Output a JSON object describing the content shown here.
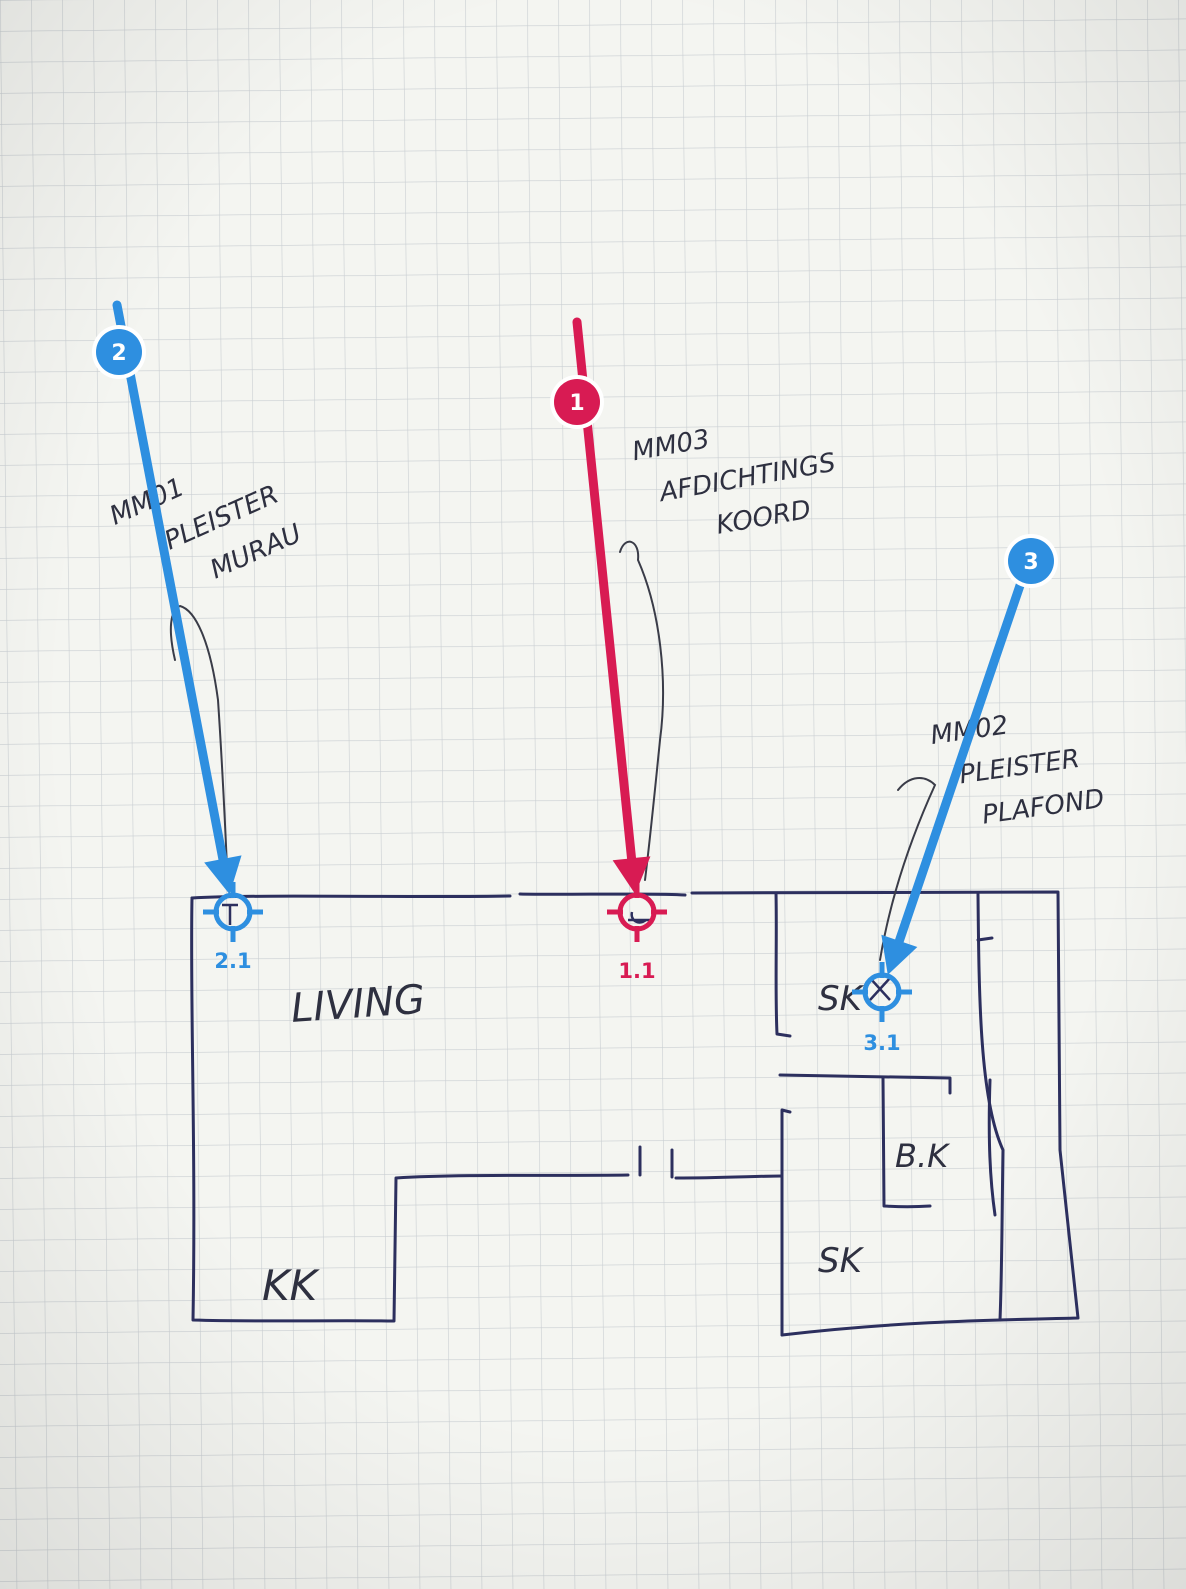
{
  "colors": {
    "paper": "#f4f5f1",
    "grid": "#c9ced2",
    "ink": "#2c2f5e",
    "pencil": "#3a3c48",
    "red": "#d81b53",
    "blue": "#2e8fe0"
  },
  "notes": {
    "mm01": [
      "MM01",
      "PLEISTER",
      "MURAU"
    ],
    "mm03": [
      "MM03",
      "AFDICHTINGS",
      "KOORD"
    ],
    "mm02": [
      "MM02",
      "PLEISTER",
      "PLAFOND"
    ]
  },
  "rooms": {
    "living": "LIVING",
    "kk": "KK",
    "sk_top": "SK",
    "bk": "B.K",
    "sk_bottom": "SK"
  },
  "markers": [
    {
      "badge": "1",
      "label": "1.1",
      "color": "red"
    },
    {
      "badge": "2",
      "label": "2.1",
      "color": "blue"
    },
    {
      "badge": "3",
      "label": "3.1",
      "color": "blue"
    }
  ]
}
